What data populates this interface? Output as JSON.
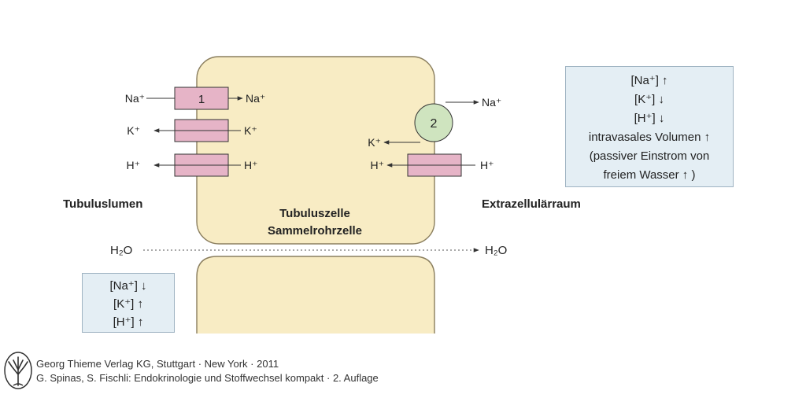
{
  "cell": {
    "title_line1": "Tubuluszelle",
    "title_line2": "Sammelrohrzelle"
  },
  "regions": {
    "lumen": "Tubuluslumen",
    "extracellular": "Extrazellulärraum"
  },
  "transporters": {
    "t1": "1",
    "t2": "2"
  },
  "ions": {
    "na_left": "Na⁺",
    "na_mid": "Na⁺",
    "k_left": "K⁺",
    "k_mid": "K⁺",
    "h_left": "H⁺",
    "h_mid": "H⁺",
    "na_right": "Na⁺",
    "k_right": "K⁺",
    "h_right_in": "H⁺",
    "h_right_out": "H⁺",
    "water_left": "H₂O",
    "water_right": "H₂O"
  },
  "box_right": {
    "lines": [
      "[Na⁺] ↑",
      "[K⁺] ↓",
      "[H⁺] ↓",
      "intravasales Volumen ↑",
      "(passiver Einstrom von",
      "freiem Wasser ↑ )"
    ]
  },
  "box_left": {
    "lines": [
      "[Na⁺] ↓",
      "[K⁺] ↑",
      "[H⁺] ↑"
    ]
  },
  "credits": {
    "line1": "Georg Thieme Verlag KG, Stuttgart · New York · 2011",
    "line2": "G. Spinas, S. Fischli: Endokrinologie und Stoffwechsel kompakt · 2. Auflage"
  },
  "colors": {
    "cell_fill": "#f8ecc4",
    "cell_stroke": "#8a7e5e",
    "transporter_fill": "#e6b4c7",
    "pump_fill": "#cfe4bf",
    "box_fill": "#e4eef4"
  }
}
